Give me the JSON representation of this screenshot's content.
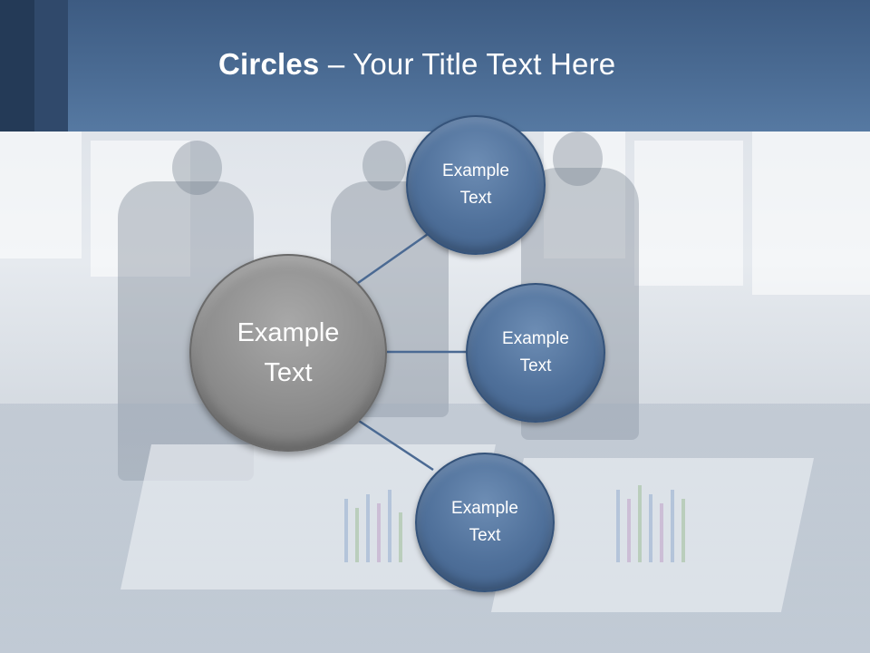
{
  "title": {
    "bold": "Circles",
    "rest": " – Your Title Text Here"
  },
  "center_circle": {
    "line1": "Example",
    "line2": "Text",
    "color": "#8d8d8d"
  },
  "outer_circles": [
    {
      "line1": "Example",
      "line2": "Text"
    },
    {
      "line1": "Example",
      "line2": "Text"
    },
    {
      "line1": "Example",
      "line2": "Text"
    }
  ],
  "colors": {
    "header": "#4a6b93",
    "circle_blue": "#4f709a",
    "connector": "#4b6a93"
  }
}
